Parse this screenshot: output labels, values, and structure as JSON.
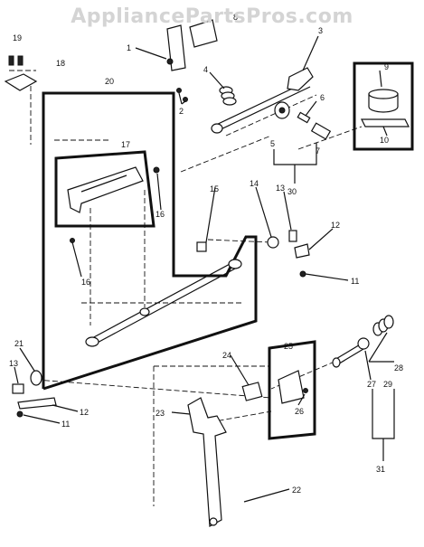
{
  "watermark": "AppliancePartsPros.com",
  "callouts": {
    "c1": "1",
    "c2": "2",
    "c3": "3",
    "c4": "4",
    "c5": "5",
    "c6": "6",
    "c7": "7",
    "c8": "8",
    "c9": "9",
    "c10": "10",
    "c11a": "11",
    "c11b": "11",
    "c12a": "12",
    "c12b": "12",
    "c13a": "13",
    "c13b": "13",
    "c14": "14",
    "c15": "15",
    "c16a": "16",
    "c16b": "16",
    "c17": "17",
    "c18": "18",
    "c19": "19",
    "c20": "20",
    "c21": "21",
    "c22": "22",
    "c23": "23",
    "c24": "24",
    "c25": "25",
    "c26": "26",
    "c27": "27",
    "c28": "28",
    "c29": "29",
    "c30": "30",
    "c31": "31"
  }
}
